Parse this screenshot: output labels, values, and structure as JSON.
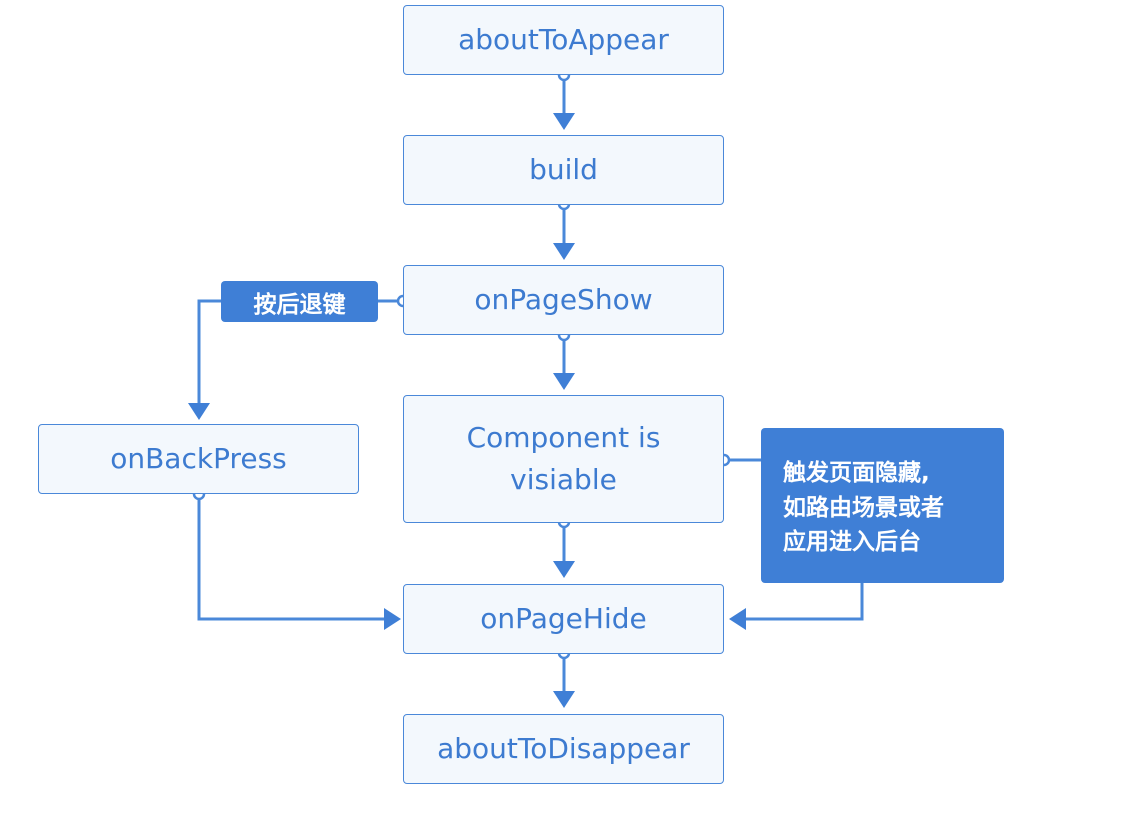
{
  "nodes": {
    "about_to_appear": "aboutToAppear",
    "build": "build",
    "on_page_show": "onPageShow",
    "component_visible": [
      "Component is",
      "visiable"
    ],
    "on_back_press": "onBackPress",
    "on_page_hide": "onPageHide",
    "about_to_disappear": "aboutToDisappear"
  },
  "annotations": {
    "back_key": "按后退键",
    "page_hide_trigger": [
      "触发页面隐藏,",
      "如路由场景或者",
      "应用进入后台"
    ]
  },
  "colors": {
    "stroke": "#4a88d9",
    "node_fill": "#f3f8fd",
    "node_text": "#3d7bd0",
    "tag_fill": "#3f7fd6",
    "tag_text": "#ffffff"
  }
}
